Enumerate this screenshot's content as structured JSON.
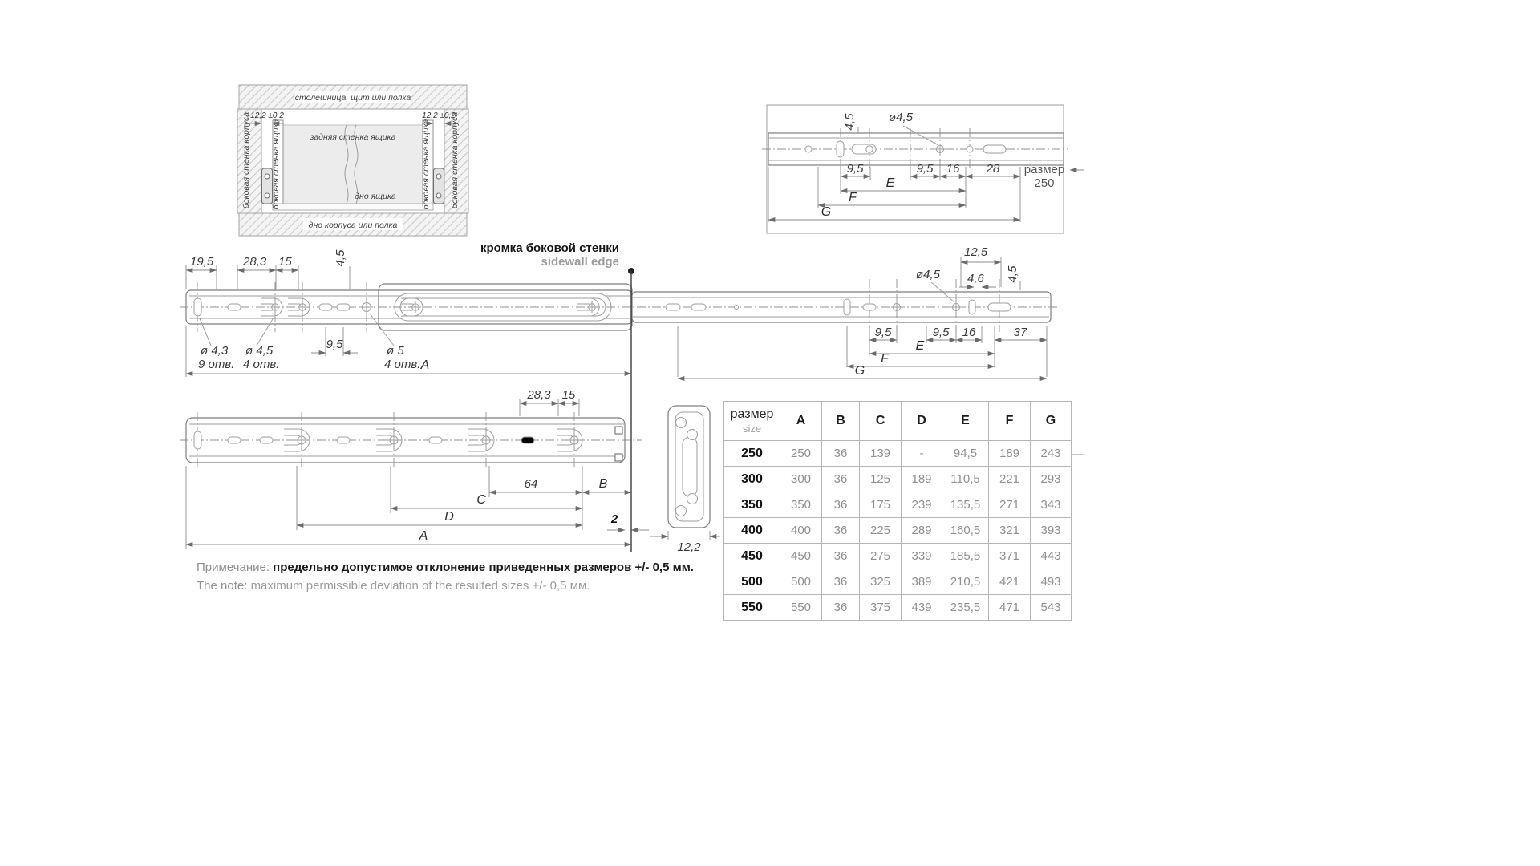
{
  "install": {
    "top": "столешница, щит или полка",
    "dim_left": "12,2 ±0,2",
    "dim_right": "12,2 ±0,2",
    "back_wall": "задняя стенка ящика",
    "body_side_left": "боковая стенка корпуса",
    "drawer_side_left": "боковая стенка ящика",
    "drawer_side_right": "боковая стенка ящика",
    "body_side_right": "боковая стенка корпуса",
    "drawer_bottom": "дно ящика",
    "body_bottom": "дно корпуса или полка"
  },
  "edge": {
    "ru": "кромка боковой стенки",
    "en": "sidewall edge"
  },
  "detail": {
    "v45": "4,5",
    "dia45": "ø4,5",
    "d95a": "9,5",
    "d95b": "9,5",
    "d16": "16",
    "d28": "28",
    "e": "E",
    "f": "F",
    "g": "G",
    "size_word": "размер",
    "size_val": "250"
  },
  "main": {
    "d195": "19,5",
    "d283": "28,3",
    "d15": "15",
    "v45": "4,5",
    "dia43": "ø 4,3",
    "holes9": "9 отв.",
    "dia45": "ø 4,5",
    "holes4a": "4 отв.",
    "d95": "9,5",
    "dia5": "ø 5",
    "holes4b": "4 отв.",
    "a": "A"
  },
  "mainR": {
    "d125": "12,5",
    "dia45": "ø4,5",
    "d46": "4,6",
    "v45": "4,5",
    "d95a": "9,5",
    "d95b": "9,5",
    "d16": "16",
    "d37": "37",
    "e": "E",
    "f": "F",
    "g": "G"
  },
  "lower": {
    "d283": "28,3",
    "d15": "15",
    "d64": "64",
    "b": "B",
    "c": "C",
    "d": "D",
    "a": "A",
    "d2": "2"
  },
  "section": {
    "d122": "12,2"
  },
  "note": {
    "label_ru": "Примечание:",
    "text_ru": "предельно допустимое отклонение приведенных размеров +/- 0,5 мм.",
    "label_en": "The note:",
    "text_en": "maximum permissible deviation of the resulted sizes +/- 0,5 мм."
  },
  "table": {
    "header": {
      "size_ru": "размер",
      "size_en": "size",
      "cols": [
        "A",
        "B",
        "C",
        "D",
        "E",
        "F",
        "G"
      ]
    },
    "rows": [
      {
        "size": "250",
        "vals": [
          "250",
          "36",
          "139",
          "-",
          "94,5",
          "189",
          "243"
        ]
      },
      {
        "size": "300",
        "vals": [
          "300",
          "36",
          "125",
          "189",
          "110,5",
          "221",
          "293"
        ]
      },
      {
        "size": "350",
        "vals": [
          "350",
          "36",
          "175",
          "239",
          "135,5",
          "271",
          "343"
        ]
      },
      {
        "size": "400",
        "vals": [
          "400",
          "36",
          "225",
          "289",
          "160,5",
          "321",
          "393"
        ]
      },
      {
        "size": "450",
        "vals": [
          "450",
          "36",
          "275",
          "339",
          "185,5",
          "371",
          "443"
        ]
      },
      {
        "size": "500",
        "vals": [
          "500",
          "36",
          "325",
          "389",
          "210,5",
          "421",
          "493"
        ]
      },
      {
        "size": "550",
        "vals": [
          "550",
          "36",
          "375",
          "439",
          "235,5",
          "471",
          "543"
        ]
      }
    ]
  }
}
